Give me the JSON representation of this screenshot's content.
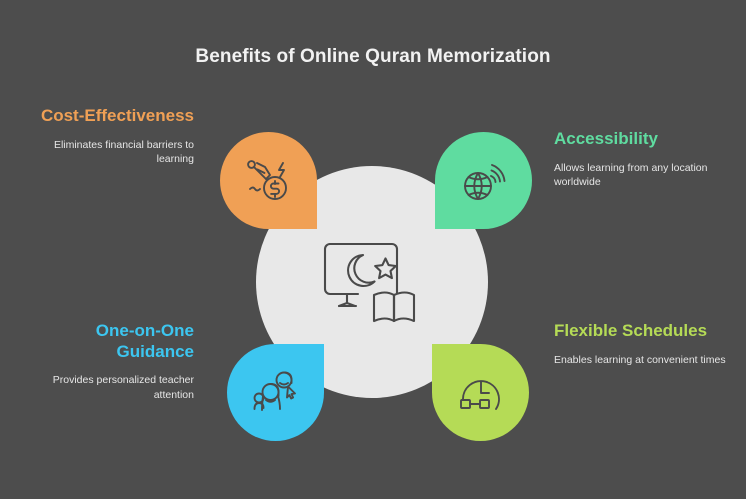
{
  "title": "Benefits of Online Quran Memorization",
  "colors": {
    "background": "#4d4d4d",
    "center_circle": "#e8e8e8",
    "stroke": "#4a4a4a",
    "title_text": "#f2f2f2",
    "body_text": "#e6e6e6",
    "orange": "#f0a055",
    "green": "#5fdca0",
    "blue": "#3cc6f0",
    "lime": "#b5db56"
  },
  "center": {
    "icon_name": "monitor-crescent-moon-star-open-book-icon"
  },
  "benefits": [
    {
      "id": "cost-effectiveness",
      "heading": "Cost-Effectiveness",
      "description": "Eliminates financial barriers to learning",
      "color": "#f0a055",
      "icon_name": "dollar-coin-price-cut-icon",
      "position": "top-left"
    },
    {
      "id": "accessibility",
      "heading": "Accessibility",
      "description": "Allows learning from any location worldwide",
      "color": "#5fdca0",
      "icon_name": "globe-wifi-signal-icon",
      "position": "top-right"
    },
    {
      "id": "one-on-one-guidance",
      "heading": "One-on-One Guidance",
      "description": "Provides personalized teacher attention",
      "color": "#3cc6f0",
      "icon_name": "two-people-teacher-student-icon",
      "position": "bottom-left"
    },
    {
      "id": "flexible-schedules",
      "heading": "Flexible Schedules",
      "description": "Enables learning at convenient times",
      "color": "#b5db56",
      "icon_name": "clock-schedule-timeline-icon",
      "position": "bottom-right"
    }
  ]
}
